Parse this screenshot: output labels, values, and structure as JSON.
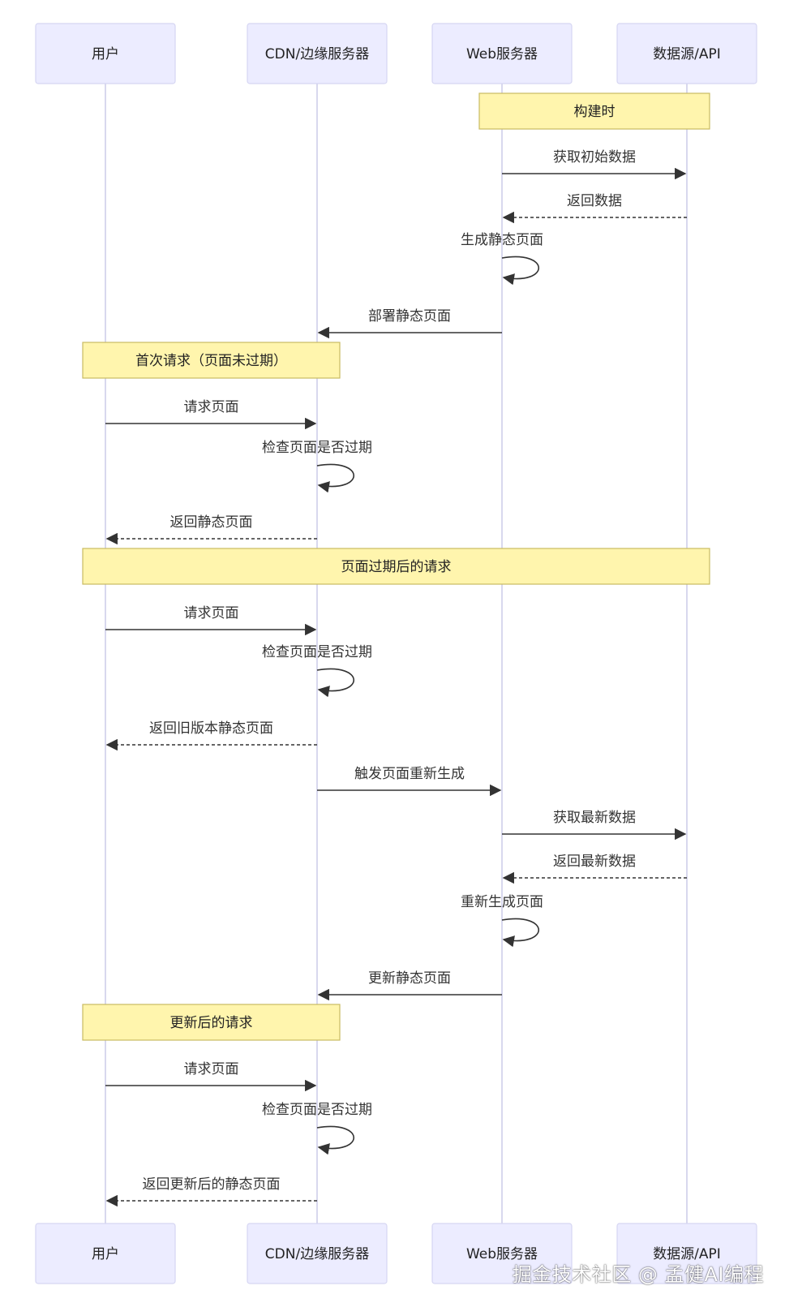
{
  "actors": [
    "用户",
    "CDN/边缘服务器",
    "Web服务器",
    "数据源/API"
  ],
  "steps": [
    {
      "type": "note",
      "from": 2,
      "to": 3,
      "text": "构建时"
    },
    {
      "type": "msg",
      "from": 2,
      "to": 3,
      "text": "获取初始数据",
      "dashed": false
    },
    {
      "type": "msg",
      "from": 3,
      "to": 2,
      "text": "返回数据",
      "dashed": true
    },
    {
      "type": "self",
      "actor": 2,
      "text": "生成静态页面"
    },
    {
      "type": "msg",
      "from": 2,
      "to": 1,
      "text": "部署静态页面",
      "dashed": false
    },
    {
      "type": "note",
      "from": 0,
      "to": 1,
      "text": "首次请求（页面未过期）"
    },
    {
      "type": "msg",
      "from": 0,
      "to": 1,
      "text": "请求页面",
      "dashed": false
    },
    {
      "type": "self",
      "actor": 1,
      "text": "检查页面是否过期"
    },
    {
      "type": "msg",
      "from": 1,
      "to": 0,
      "text": "返回静态页面",
      "dashed": true
    },
    {
      "type": "note",
      "from": 0,
      "to": 3,
      "text": "页面过期后的请求"
    },
    {
      "type": "msg",
      "from": 0,
      "to": 1,
      "text": "请求页面",
      "dashed": false
    },
    {
      "type": "self",
      "actor": 1,
      "text": "检查页面是否过期"
    },
    {
      "type": "msg",
      "from": 1,
      "to": 0,
      "text": "返回旧版本静态页面",
      "dashed": true
    },
    {
      "type": "msg",
      "from": 1,
      "to": 2,
      "text": "触发页面重新生成",
      "dashed": false
    },
    {
      "type": "msg",
      "from": 2,
      "to": 3,
      "text": "获取最新数据",
      "dashed": false
    },
    {
      "type": "msg",
      "from": 3,
      "to": 2,
      "text": "返回最新数据",
      "dashed": true
    },
    {
      "type": "self",
      "actor": 2,
      "text": "重新生成页面"
    },
    {
      "type": "msg",
      "from": 2,
      "to": 1,
      "text": "更新静态页面",
      "dashed": false
    },
    {
      "type": "note",
      "from": 0,
      "to": 1,
      "text": "更新后的请求"
    },
    {
      "type": "msg",
      "from": 0,
      "to": 1,
      "text": "请求页面",
      "dashed": false
    },
    {
      "type": "self",
      "actor": 1,
      "text": "检查页面是否过期"
    },
    {
      "type": "msg",
      "from": 1,
      "to": 0,
      "text": "返回更新后的静态页面",
      "dashed": true
    }
  ],
  "watermark": "掘金技术社区 @ 孟健AI编程"
}
